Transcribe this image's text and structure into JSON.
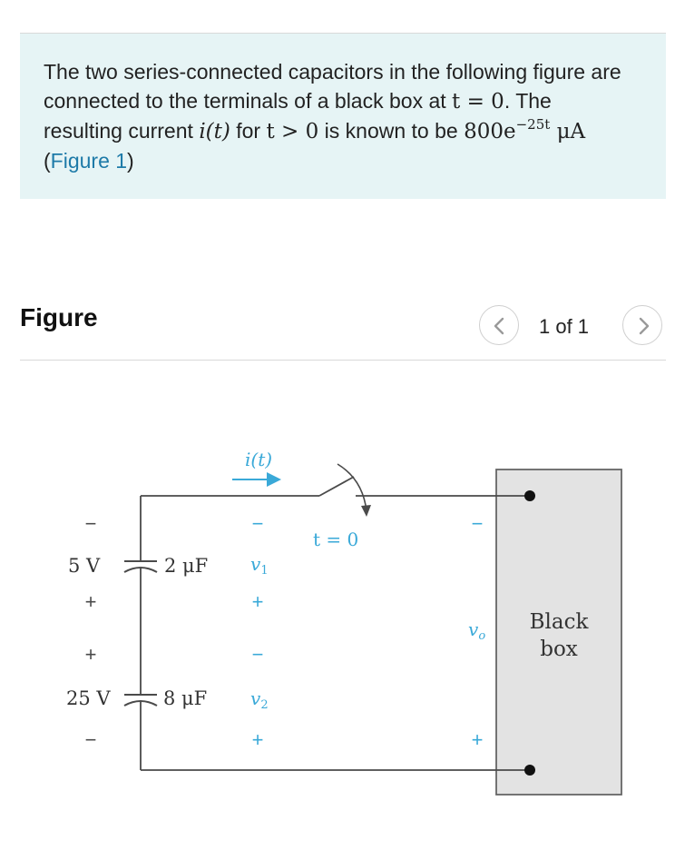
{
  "problem": {
    "text_1": "The two series-connected capacitors in the following figure are connected to the terminals of a black box at ",
    "t_eq_0": "t = 0",
    "text_2": ". The resulting current ",
    "current_expr": "i(t)",
    "text_3": " for ",
    "t_gt_0": "t > 0",
    "text_4": " is known to be ",
    "coef": "800e",
    "exponent": "−25t",
    "unit": " μA",
    "text_5": " (",
    "figure_link": "Figure 1",
    "text_6": ")"
  },
  "figure_section": {
    "heading": "Figure",
    "page_indicator": "1 of 1",
    "prev_icon": "chevron-left-icon",
    "next_icon": "chevron-right-icon"
  },
  "circuit": {
    "current_label": "i(t)",
    "switch_label": "t = 0",
    "cap1": {
      "voltage": "5 V",
      "capacitance": "2 μF",
      "v_label": "v",
      "v_sub": "1",
      "top_polarity": "−",
      "bottom_polarity": "+"
    },
    "cap2": {
      "voltage": "25 V",
      "capacitance": "8 μF",
      "v_label": "v",
      "v_sub": "2",
      "top_polarity": "+",
      "bottom_polarity": "−"
    },
    "vo_label": "v",
    "vo_sub": "o",
    "vo_top_polarity": "−",
    "vo_bottom_polarity": "+",
    "box_line1": "Black",
    "box_line2": "box"
  },
  "colors": {
    "problem_bg": "#e6f4f5",
    "link": "#1d7aa8",
    "accent_label": "#3aa9d8",
    "wire": "#4a4a4a",
    "box_fill": "#e3e3e3"
  }
}
